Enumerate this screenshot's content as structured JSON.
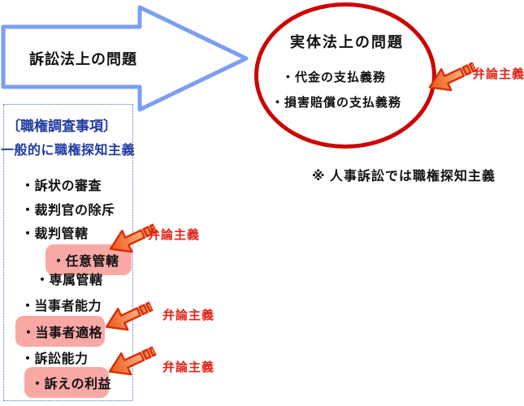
{
  "big_arrow": {
    "label": "訴訟法上の問題"
  },
  "ellipse": {
    "title": "実体法上の問題",
    "items": [
      "・代金の支払義務",
      "・損害賠償の支払義務"
    ],
    "annotation": "弁論主義"
  },
  "note": "※ 人事訴訟では職権探知主義",
  "panel": {
    "title": "〔職権調査事項〕",
    "subtitle": "一般的に職権探知主義",
    "items": [
      {
        "label": "・訴状の審査",
        "highlighted": false
      },
      {
        "label": "・裁判官の除斥",
        "highlighted": false
      },
      {
        "label": "・裁判管轄",
        "highlighted": false
      },
      {
        "label": "・任意管轄",
        "highlighted": true,
        "annotation": "弁論主義"
      },
      {
        "label": "・専属管轄",
        "highlighted": false
      },
      {
        "label": "・当事者能力",
        "highlighted": false
      },
      {
        "label": "・当事者適格",
        "highlighted": true,
        "annotation": "弁論主義"
      },
      {
        "label": "・訴訟能力",
        "highlighted": false
      },
      {
        "label": "・訴えの利益",
        "highlighted": true,
        "annotation": "弁論主義"
      }
    ]
  },
  "colors": {
    "big_arrow_outline": "#7B9FF0",
    "ellipse_stroke": "#CC0505",
    "panel_border": "#4470CC",
    "blue_text": "#1E3BA1",
    "annotation_red": "#E2241A",
    "highlight_pink": "#F8A9A6",
    "mini_arrow_fill_light": "#FBAF7E",
    "mini_arrow_fill_dark": "#EC5716",
    "mini_arrow_stroke": "#D93008",
    "text_black": "#111111"
  }
}
